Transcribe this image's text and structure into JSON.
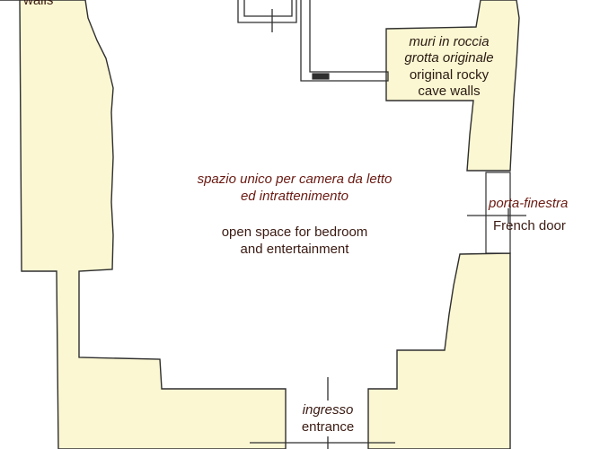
{
  "colors": {
    "wall_fill": "#fbf7d2",
    "wall_stroke": "#2f2f2f",
    "text_color": "#3a1a12",
    "italic_color": "#6a1a12"
  },
  "labels": {
    "walls_fragment": "walls",
    "rock_walls_it_1": "muri in roccia",
    "rock_walls_it_2": "grotta originale",
    "rock_walls_en_1": "original rocky",
    "rock_walls_en_2": "cave walls",
    "open_space_it_1": "spazio unico per camera da letto",
    "open_space_it_2": "ed intrattenimento",
    "open_space_en_1": "open space for bedroom",
    "open_space_en_2": "and entertainment",
    "french_door_it": "porta-finestra",
    "french_door_en": "French door",
    "entrance_it": "ingresso",
    "entrance_en": "entrance"
  }
}
